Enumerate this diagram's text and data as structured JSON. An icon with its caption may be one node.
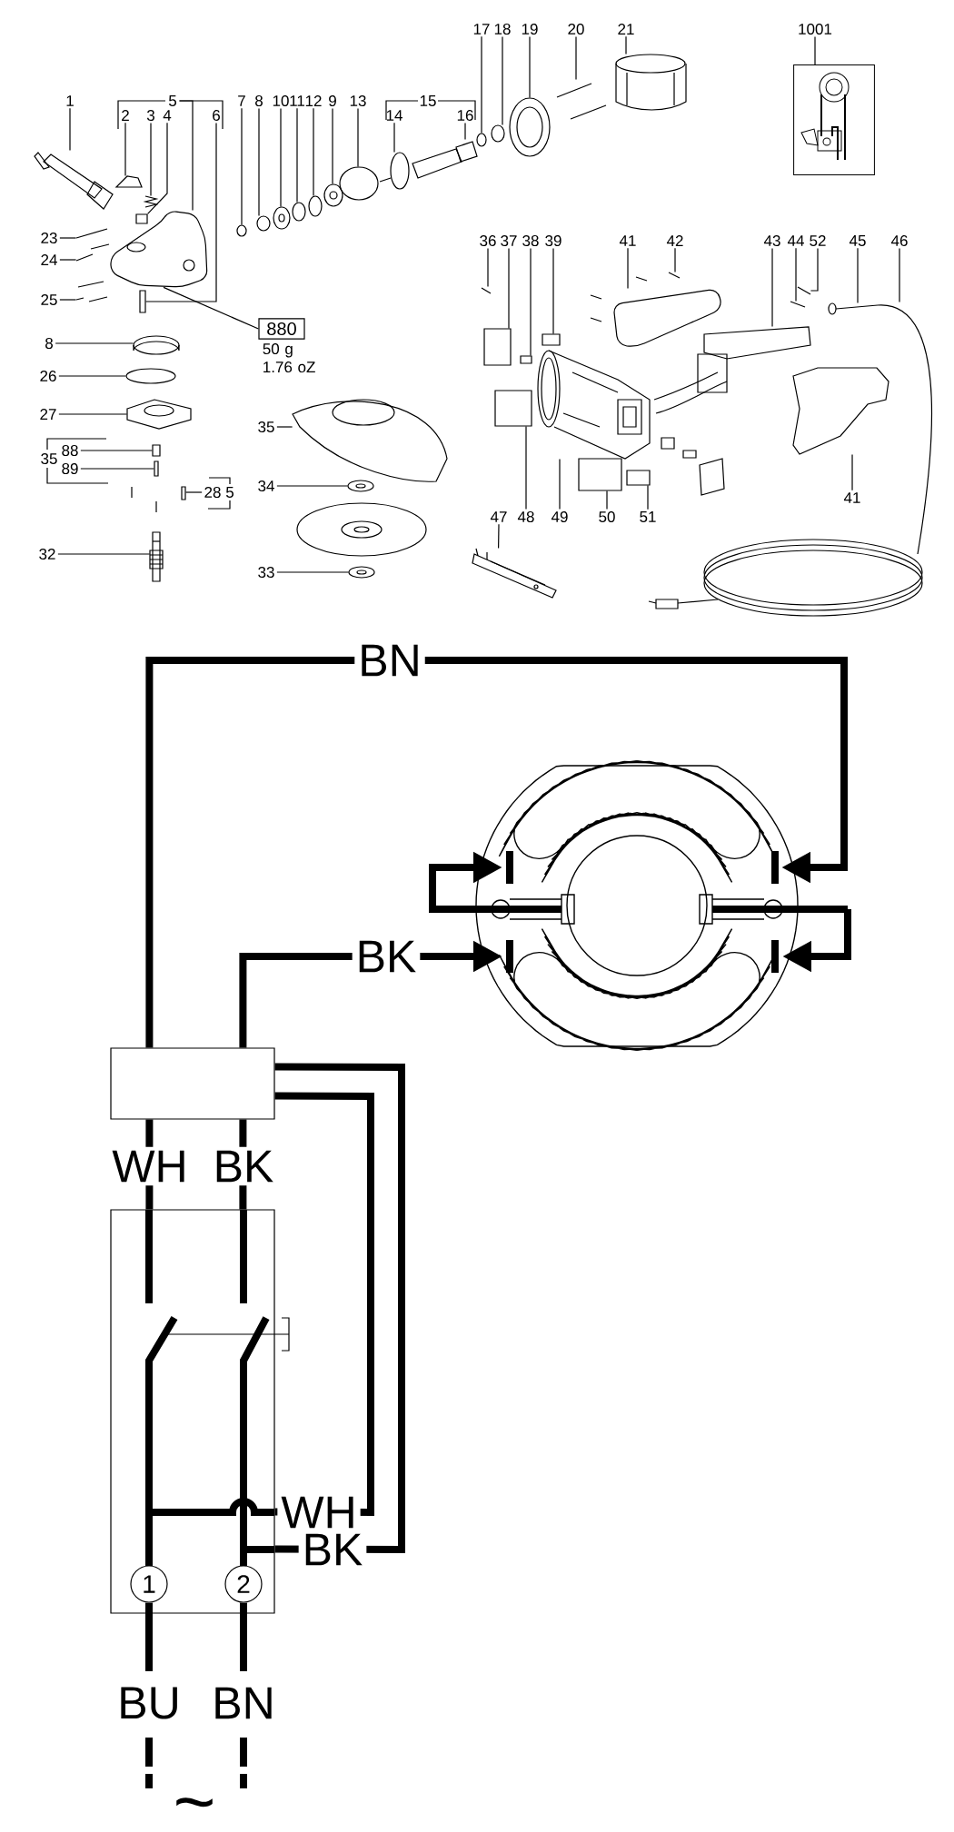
{
  "diagram": {
    "nodes": [
      {
        "text": [
          "1001"
        ]
      },
      {
        "text": [],
        "shape": "picture"
      },
      {
        "text": [
          "17"
        ]
      },
      {
        "text": [
          "18"
        ]
      },
      {
        "text": [
          "19"
        ]
      },
      {
        "text": [
          "20"
        ]
      },
      {
        "text": [
          "21"
        ]
      },
      {
        "text": [
          "1"
        ]
      },
      {
        "text": [
          "5"
        ]
      },
      {
        "text": [
          "7"
        ]
      },
      {
        "text": [
          "8"
        ]
      },
      {
        "text": [
          "10"
        ]
      },
      {
        "text": [
          "11"
        ]
      },
      {
        "text": [
          "12"
        ]
      },
      {
        "text": [
          "9"
        ]
      },
      {
        "text": [
          "13"
        ]
      },
      {
        "text": [
          "15"
        ]
      },
      {
        "text": [
          "2"
        ]
      },
      {
        "text": [
          "3"
        ]
      },
      {
        "text": [
          "4"
        ]
      },
      {
        "text": [
          "6"
        ]
      },
      {
        "text": [
          "14"
        ]
      },
      {
        "text": [
          "16"
        ]
      },
      {
        "text": [
          "23"
        ]
      },
      {
        "text": [
          "24"
        ]
      },
      {
        "text": [
          "25"
        ]
      },
      {
        "text": [
          "36"
        ]
      },
      {
        "text": [
          "37"
        ]
      },
      {
        "text": [
          "38"
        ]
      },
      {
        "text": [
          "39"
        ]
      },
      {
        "text": [
          "41"
        ]
      },
      {
        "text": [
          "42"
        ]
      },
      {
        "text": [
          "43"
        ]
      },
      {
        "text": [
          "44"
        ]
      },
      {
        "text": [
          "52"
        ]
      },
      {
        "text": [
          "45"
        ]
      },
      {
        "text": [
          "46"
        ]
      },
      {
        "text": [
          "880"
        ],
        "beside": [
          "50 g 1.76 oZ"
        ]
      },
      {
        "text": [
          "8"
        ]
      },
      {
        "text": [
          "26"
        ]
      },
      {
        "text": [
          "27"
        ]
      },
      {
        "text": [
          "35"
        ]
      },
      {
        "text": [
          "35"
        ]
      },
      {
        "text": [
          "88"
        ]
      },
      {
        "text": [
          "89"
        ]
      },
      {
        "text": [
          "34"
        ]
      },
      {
        "text": [
          "28"
        ]
      },
      {
        "text": [
          "5"
        ]
      },
      {
        "text": [
          "41"
        ]
      },
      {
        "text": [
          "47"
        ]
      },
      {
        "text": [
          "48"
        ]
      },
      {
        "text": [
          "49"
        ]
      },
      {
        "text": [
          "50"
        ]
      },
      {
        "text": [
          "51"
        ]
      },
      {
        "text": [
          "32"
        ]
      },
      {
        "text": [
          "33"
        ]
      },
      {
        "text": [],
        "shape": "picture"
      },
      {
        "text": [],
        "shape": "box"
      },
      {
        "text": [],
        "shape": "box"
      },
      {
        "text": [
          "1"
        ],
        "in": 58
      },
      {
        "text": [
          "2"
        ],
        "in": 58
      },
      {
        "text": [],
        "shape": "picture"
      },
      {
        "text": [],
        "shape": "picture"
      },
      {
        "text": [],
        "shape": "circle"
      },
      {
        "text": [],
        "shape": "circle"
      },
      {
        "text": [],
        "shape": "picture"
      },
      {
        "text": [],
        "shape": "circle"
      },
      {
        "text": [],
        "shape": "circle"
      },
      {
        "text": [],
        "shape": "picture"
      },
      {
        "text": [],
        "shape": "circle"
      },
      {
        "text": [],
        "shape": "picture"
      },
      {
        "text": [],
        "shape": "picture"
      },
      {
        "text": [],
        "shape": "box"
      },
      {
        "text": [],
        "shape": "box"
      },
      {
        "text": [],
        "shape": "circle"
      },
      {
        "text": [],
        "shape": "picture"
      },
      {
        "text": [],
        "shape": "circle"
      },
      {
        "text": [],
        "shape": "circle"
      },
      {
        "text": [],
        "shape": "picture"
      },
      {
        "text": [],
        "shape": "picture"
      },
      {
        "text": [],
        "shape": "picture"
      },
      {
        "text": [],
        "shape": "picture"
      },
      {
        "text": [],
        "shape": "picture"
      },
      {
        "text": [],
        "shape": "picture"
      },
      {
        "text": [],
        "shape": "picture"
      },
      {
        "text": [],
        "shape": "box"
      },
      {
        "text": [],
        "shape": "box"
      },
      {
        "text": [],
        "shape": "box"
      },
      {
        "text": [],
        "shape": "picture"
      },
      {
        "text": [],
        "shape": "picture"
      },
      {
        "text": [],
        "shape": "picture"
      },
      {
        "text": [],
        "shape": "picture"
      },
      {
        "text": [],
        "shape": "picture"
      },
      {
        "text": [],
        "shape": "picture"
      },
      {
        "text": [],
        "shape": "picture"
      },
      {
        "text": [],
        "shape": "picture"
      },
      {
        "text": [],
        "shape": "circle"
      },
      {
        "text": [],
        "shape": "picture"
      },
      {
        "text": [],
        "shape": "picture"
      },
      {
        "text": [],
        "shape": "box"
      },
      {
        "text": [],
        "shape": "box"
      },
      {
        "text": [],
        "shape": "picture"
      },
      {
        "text": [],
        "shape": "box"
      },
      {
        "text": [],
        "shape": "picture"
      },
      {
        "text": [],
        "shape": "picture"
      },
      {
        "text": [],
        "shape": "box"
      },
      {
        "text": [],
        "shape": "picture"
      },
      {
        "text": [],
        "shape": "box"
      },
      {
        "text": [],
        "shape": "box"
      },
      {
        "text": [],
        "shape": "picture"
      },
      {
        "text": [],
        "shape": "picture"
      }
    ],
    "edges": [
      {
        "from": 0,
        "to": 1,
        "arrow": "none"
      },
      {
        "from": 2,
        "to": 76,
        "arrow": "none"
      },
      {
        "from": 3,
        "to": 77,
        "arrow": "none"
      },
      {
        "from": 4,
        "to": 78,
        "arrow": "none"
      },
      {
        "from": 5,
        "to": 79,
        "arrow": "none"
      },
      {
        "from": 6,
        "to": 80,
        "arrow": "none"
      },
      {
        "from": 7,
        "to": 61,
        "arrow": "none"
      },
      {
        "from": 8,
        "to": 62,
        "arrow": "none"
      },
      {
        "from": 9,
        "to": 63,
        "arrow": "none"
      },
      {
        "from": 10,
        "to": 64,
        "arrow": "none"
      },
      {
        "from": 11,
        "to": 65,
        "arrow": "none"
      },
      {
        "from": 12,
        "to": 66,
        "arrow": "none"
      },
      {
        "from": 13,
        "to": 67,
        "arrow": "none"
      },
      {
        "from": 14,
        "to": 68,
        "arrow": "none"
      },
      {
        "from": 15,
        "to": 69,
        "arrow": "none"
      },
      {
        "from": 17,
        "to": 70,
        "arrow": "none"
      },
      {
        "from": 18,
        "to": 71,
        "arrow": "none"
      },
      {
        "from": 19,
        "to": 72,
        "arrow": "none"
      },
      {
        "from": 20,
        "to": 73,
        "arrow": "none"
      },
      {
        "from": 21,
        "to": 74,
        "arrow": "none"
      },
      {
        "from": 22,
        "to": 75,
        "arrow": "none"
      },
      {
        "from": 23,
        "to": 81,
        "arrow": "none"
      },
      {
        "from": 24,
        "to": 82,
        "arrow": "none"
      },
      {
        "from": 25,
        "to": 83,
        "arrow": "none"
      },
      {
        "from": 26,
        "to": 84,
        "arrow": "none"
      },
      {
        "from": 27,
        "to": 85,
        "arrow": "none"
      },
      {
        "from": 28,
        "to": 86,
        "arrow": "none"
      },
      {
        "from": 29,
        "to": 87,
        "arrow": "none"
      },
      {
        "from": 30,
        "to": 88,
        "arrow": "none"
      },
      {
        "from": 31,
        "to": 89,
        "arrow": "none"
      },
      {
        "from": 32,
        "to": 90,
        "arrow": "none"
      },
      {
        "from": 33,
        "to": 91,
        "arrow": "none"
      },
      {
        "from": 34,
        "to": 92,
        "arrow": "none"
      },
      {
        "from": 35,
        "to": 93,
        "arrow": "none"
      },
      {
        "from": 36,
        "to": 94,
        "arrow": "none"
      },
      {
        "from": 37,
        "to": 62,
        "arrow": "none"
      },
      {
        "from": 38,
        "to": 95,
        "arrow": "none"
      },
      {
        "from": 39,
        "to": 96,
        "arrow": "none"
      },
      {
        "from": 40,
        "to": 97,
        "arrow": "none"
      },
      {
        "from": 41,
        "to": 98,
        "arrow": "none"
      },
      {
        "from": 43,
        "to": 99,
        "arrow": "none"
      },
      {
        "from": 44,
        "to": 100,
        "arrow": "none"
      },
      {
        "from": 45,
        "to": 101,
        "arrow": "none"
      },
      {
        "from": 46,
        "to": 102,
        "arrow": "none"
      },
      {
        "from": 48,
        "to": 103,
        "arrow": "none"
      },
      {
        "from": 49,
        "to": 104,
        "arrow": "none"
      },
      {
        "from": 50,
        "to": 105,
        "arrow": "none"
      },
      {
        "from": 51,
        "to": 106,
        "arrow": "none"
      },
      {
        "from": 52,
        "to": 107,
        "arrow": "none"
      },
      {
        "from": 53,
        "to": 108,
        "arrow": "none"
      },
      {
        "from": 54,
        "to": 109,
        "arrow": "none"
      },
      {
        "from": 55,
        "to": 110,
        "arrow": "none"
      },
      {
        "from": 57,
        "to": 56,
        "arrow": "to",
        "label": "BN",
        "style": "thick"
      },
      {
        "from": 57,
        "to": 56,
        "arrow": "to",
        "label": "BK",
        "style": "thick"
      },
      {
        "from": 57,
        "to": 58,
        "arrow": "none",
        "label": "WH",
        "style": "thick"
      },
      {
        "from": 57,
        "to": 58,
        "arrow": "none",
        "label": "BK",
        "style": "thick"
      },
      {
        "from": 57,
        "to": 58,
        "arrow": "none",
        "label": "WH",
        "style": "thick"
      },
      {
        "from": 57,
        "to": 58,
        "arrow": "none",
        "label": "BK",
        "style": "thick"
      },
      {
        "from": 59,
        "to": null,
        "arrow": "none",
        "label": "BU",
        "style": "thick"
      },
      {
        "from": 60,
        "to": null,
        "arrow": "none",
        "label": "BN",
        "style": "thick"
      }
    ],
    "labels": [
      "~"
    ]
  }
}
